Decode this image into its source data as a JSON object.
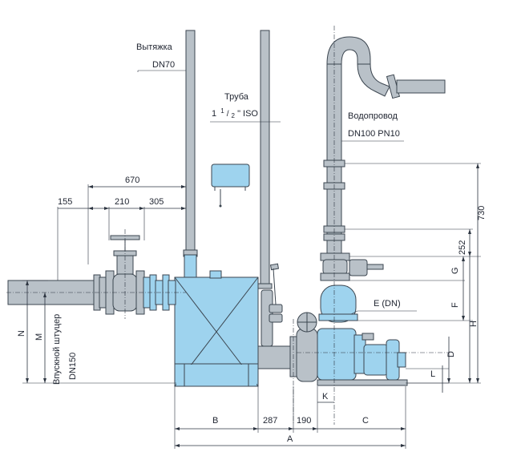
{
  "labels": {
    "exhaust_title": "Вытяжка",
    "exhaust_dn": "DN70",
    "pipe_title": "Труба",
    "pipe_size_prefix": "1",
    "pipe_size_fraction_num": "1",
    "pipe_size_fraction_den": "2",
    "pipe_size_suffix": "\" ISO",
    "water_title": "Водопровод",
    "water_dn": "DN100 PN10",
    "inlet_title": "Впускной штуцер",
    "inlet_dn": "DN150",
    "e_label": "E (DN)"
  },
  "dimensions": {
    "d670": "670",
    "d155": "155",
    "d210": "210",
    "d305": "305",
    "d730": "730",
    "d252": "252",
    "d287": "287",
    "d190": "190",
    "G": "G",
    "F": "F",
    "H": "H",
    "D": "D",
    "L": "L",
    "N": "N",
    "M": "M",
    "K": "K",
    "B": "B",
    "C": "C",
    "A": "A"
  },
  "colors": {
    "equipment_blue": "#9ed3ee",
    "pipe_grey": "#b9c1c8",
    "line": "#2c3440"
  }
}
